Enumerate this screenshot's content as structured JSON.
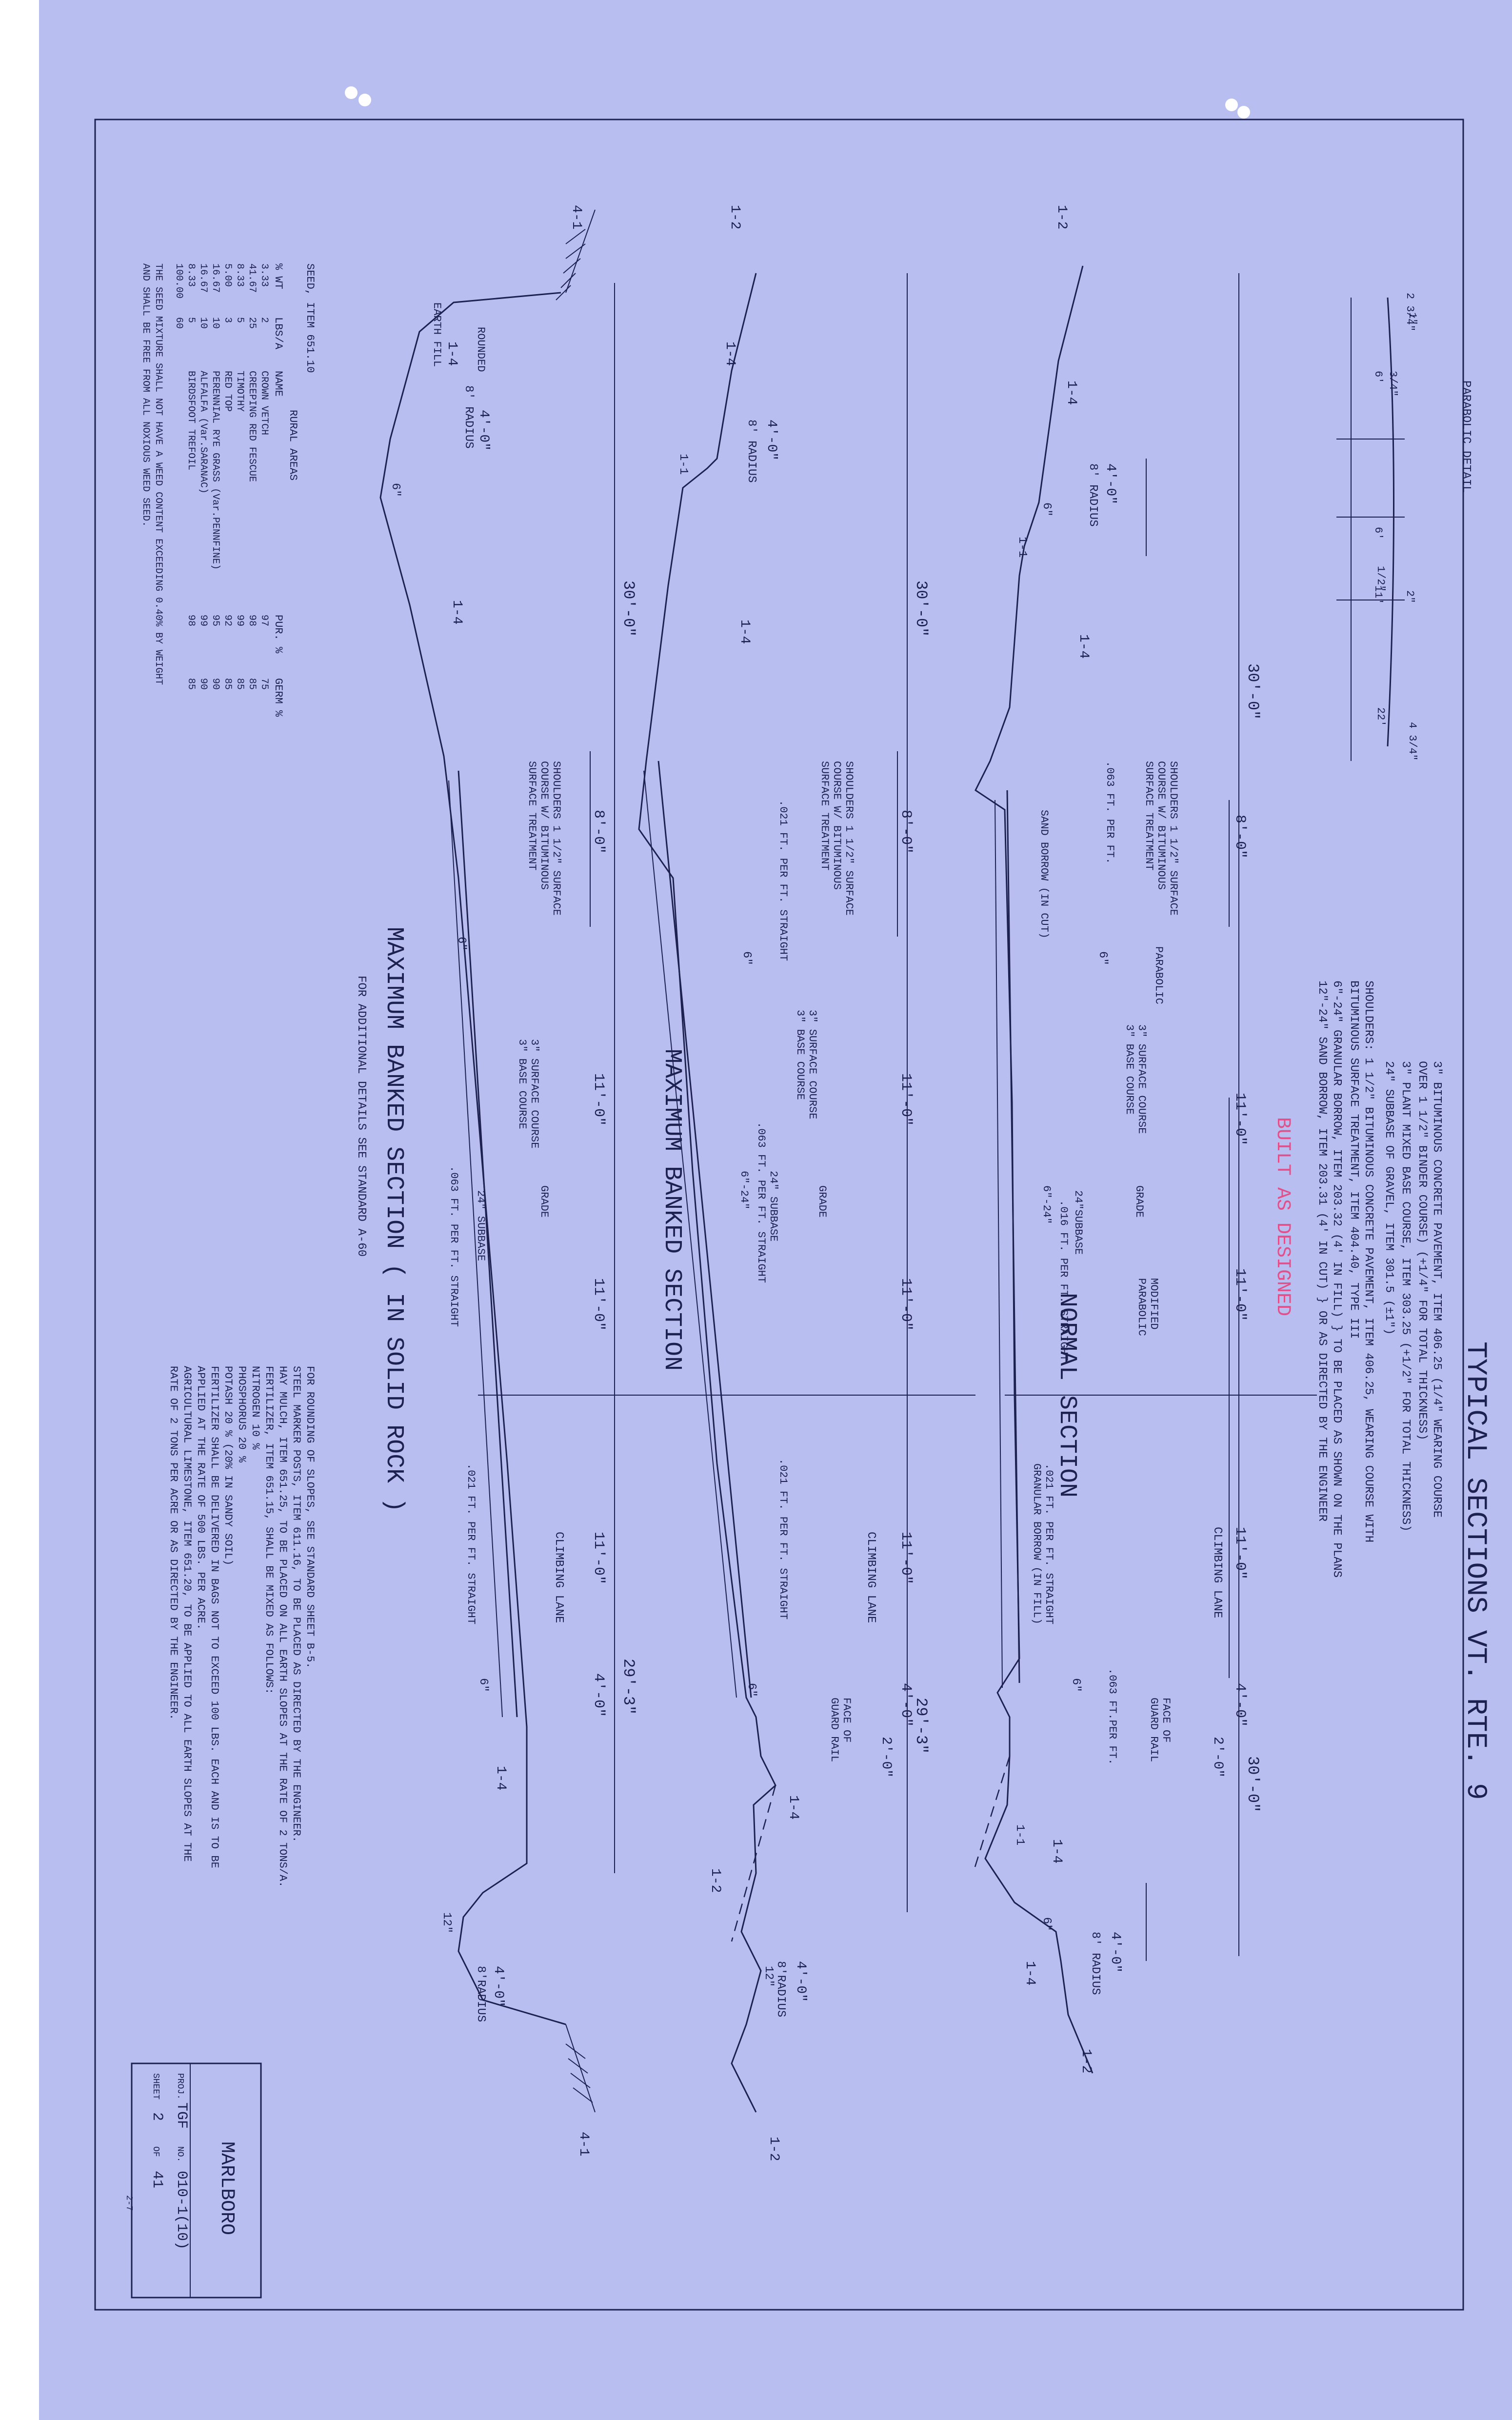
{
  "sheet": {
    "title": "TYPICAL SECTIONS VT. RTE. 9",
    "stamp": "BUILT AS DESIGNED",
    "stamp_color": "#e0508a",
    "line_color": "#1c2150",
    "paper_color": "#b8bff0"
  },
  "title_block": {
    "town": "MARLBORO",
    "proj_label": "PROJ.",
    "proj": "TGF",
    "no_label": "NO.",
    "no": "010-1(10)",
    "sheet_label": "SHEET",
    "sheet": "2",
    "of_label": "OF",
    "of": "41",
    "corner": "2-7"
  },
  "parabolic_detail": {
    "title": "PARABOLIC DETAIL",
    "labels": [
      "1\"",
      "6'",
      "2 3/4\"",
      "3/4\"",
      "6'",
      "1/2\"",
      "2\"",
      "11'",
      "22'",
      "4 3/4\""
    ]
  },
  "spec_notes": [
    "3\"   BITUMINOUS CONCRETE PAVEMENT, ITEM 406.25 (1/4\" WEARING COURSE",
    "      OVER 1 1/2\" BINDER COURSE) (+1/4\" FOR TOTAL THICKNESS)",
    "3\"   PLANT MIXED BASE COURSE, ITEM 303.25 (+1/2\" FOR TOTAL THICKNESS)",
    "24\"  SUBBASE OF GRAVEL, ITEM 301.5 (±1\")",
    "SHOULDERS: 1 1/2\"  BITUMINOUS CONCRETE PAVEMENT, ITEM 406.25, WEARING COURSE WITH",
    "      BITUMINOUS SURFACE TREATMENT, ITEM 404.40, TYPE III",
    "6\"-24\"  GRANULAR BORROW, ITEM 203.32 (4' IN FILL)  } TO BE PLACED AS SHOWN ON THE PLANS",
    "12\"-24\" SAND BORROW, ITEM 203.31 (4' IN CUT)      } OR AS DIRECTED BY THE ENGINEER"
  ],
  "sections": {
    "normal": {
      "title": "NORMAL SECTION",
      "labels": [
        "1-2",
        "1-4",
        "8' RADIUS",
        "4'-0\"",
        "6\"",
        "1-1",
        "30'-0\"",
        "1-4",
        "8'-0\"",
        "SHOULDERS 1 1/2\" SURFACE",
        "COURSE W/ BITUMINOUS",
        "SURFACE TREATMENT",
        ".063 FT. PER FT.",
        "SAND BORROW (IN CUT)",
        "6\"",
        "PARABOLIC",
        "3\" SURFACE COURSE",
        "3\" BASE COURSE",
        "11'-0\"",
        "24\"SUBBASE",
        "6\"-24\"",
        ".016 FT. PER FT. STRAIGHT",
        "GRADE",
        "MODIFIED",
        "PARABOLIC",
        "11'-0\"",
        ".021 FT. PER FT. STRAIGHT",
        "GRANULAR BORROW (IN FILL)",
        "11'-0\"",
        "CLIMBING LANE",
        "4'-0\"",
        "FACE OF",
        "GUARD RAIL",
        ".063 FT.PER FT.",
        "6\"",
        "2'-0\"",
        "30'-0\"",
        "1-4",
        "1-1",
        "8' RADIUS",
        "4'-0\"",
        "6\"",
        "1-4",
        "1-2"
      ]
    },
    "banked": {
      "title": "MAXIMUM BANKED SECTION",
      "labels": [
        "1-2",
        "1-4",
        "8' RADIUS",
        "4'-0\"",
        "1-1",
        "1-4",
        "30'-0\"",
        "8'-0\"",
        "SHOULDERS 1 1/2\" SURFACE",
        "COURSE W/ BITUMINOUS",
        "SURFACE TREATMENT",
        ".021 FT. PER FT. STRAIGHT",
        "6\"",
        "3\" SURFACE COURSE",
        "3\" BASE COURSE",
        "11'-0\"",
        "GRADE",
        "24\" SUBBASE",
        "6\"-24\"",
        ".063 FT. PER FT. STRAIGHT",
        "11'-0\"",
        ".021 FT. PER FT. STRAIGHT",
        "CLIMBING LANE",
        "11'-0\"",
        "6\"",
        "4'-0\"",
        "FACE OF",
        "GUARD RAIL",
        "2'-0\"",
        "29'-3\"",
        "1-4",
        "1-2",
        "4'-0\"",
        "8'RADIUS",
        "12\"",
        "1-2"
      ]
    },
    "rock": {
      "title": "MAXIMUM BANKED SECTION ( IN SOLID ROCK )",
      "subtitle": "FOR ADDITIONAL DETAILS SEE STANDARD A-60",
      "labels": [
        "4-1",
        "EARTH FILL",
        "ROUNDED",
        "1-4",
        "8' RADIUS",
        "4'-0\"",
        "6\"",
        "1-4",
        "30'-0\"",
        "8'-0\"",
        "SHOULDERS 1 1/2\" SURFACE",
        "COURSE W/ BITUMINOUS",
        "SURFACE TREATMENT",
        "6\"",
        "3\" SURFACE COURSE",
        "3\" BASE COURSE",
        "11'-0\"",
        ".063 FT. PER FT. STRAIGHT",
        "GRADE",
        "24\" SUBBASE",
        "11'-0\"",
        "11'-0\"",
        "CLIMBING LANE",
        ".021 FT. PER FT. STRAIGHT",
        "4'-0\"",
        "6\"",
        "29'-3\"",
        "1-4",
        "12\"",
        "4'-0\"",
        "8'RADIUS",
        "4-1"
      ]
    }
  },
  "general_notes": [
    "FOR ROUNDING OF SLOPES, SEE STANDARD SHEET B-5.",
    "STEEL MARKER POSTS, ITEM 611.16, TO BE PLACED AS DIRECTED BY THE ENGINEER.",
    "HAY MULCH, ITEM 651.25, TO BE PLACED ON ALL EARTH SLOPES AT THE RATE OF 2 TONS/A.",
    "FERTILIZER, ITEM 651.15, SHALL BE MIXED AS FOLLOWS:",
    "   NITROGEN       10 %",
    "   PHOSPHORUS     20 %",
    "   POTASH         20 %  (20% IN SANDY SOIL)",
    "FERTILIZER SHALL BE DELIVERED IN BAGS NOT TO EXCEED 100 LBS. EACH AND IS TO BE",
    "APPLIED AT THE RATE OF 500 LBS. PER ACRE.",
    "AGRICULTURAL LIMESTONE, ITEM 651.20, TO BE APPLIED TO ALL EARTH SLOPES AT THE",
    "RATE OF 2 TONS PER ACRE OR AS DIRECTED BY THE ENGINEER."
  ],
  "seed_table": {
    "title": "SEED, ITEM 651.10",
    "subtitle": "RURAL AREAS",
    "headers": [
      "% WT",
      "LBS/A",
      "NAME",
      "PUR. %",
      "GERM %"
    ],
    "rows": [
      [
        "3.33",
        "2",
        "CROWN VETCH",
        "97",
        "75"
      ],
      [
        "41.67",
        "25",
        "CREEPING RED FESCUE",
        "98",
        "85"
      ],
      [
        "8.33",
        "5",
        "TIMOTHY",
        "99",
        "85"
      ],
      [
        "5.00",
        "3",
        "RED TOP",
        "92",
        "85"
      ],
      [
        "16.67",
        "10",
        "PERENNIAL RYE GRASS (Var.PENNFINE)",
        "95",
        "90"
      ],
      [
        "16.67",
        "10",
        "ALFALFA (Var.SARANAC)",
        "99",
        "90"
      ],
      [
        "8.33",
        "5",
        "BIRDSFOOT TREFOIL",
        "98",
        "85"
      ],
      [
        "100.00",
        "60",
        "",
        "",
        ""
      ]
    ],
    "footnote_1": "THE SEED MIXTURE SHALL NOT HAVE A WEED CONTENT EXCEEDING 0.40% BY WEIGHT",
    "footnote_2": "AND SHALL BE FREE FROM ALL NOXIOUS WEED SEED."
  }
}
